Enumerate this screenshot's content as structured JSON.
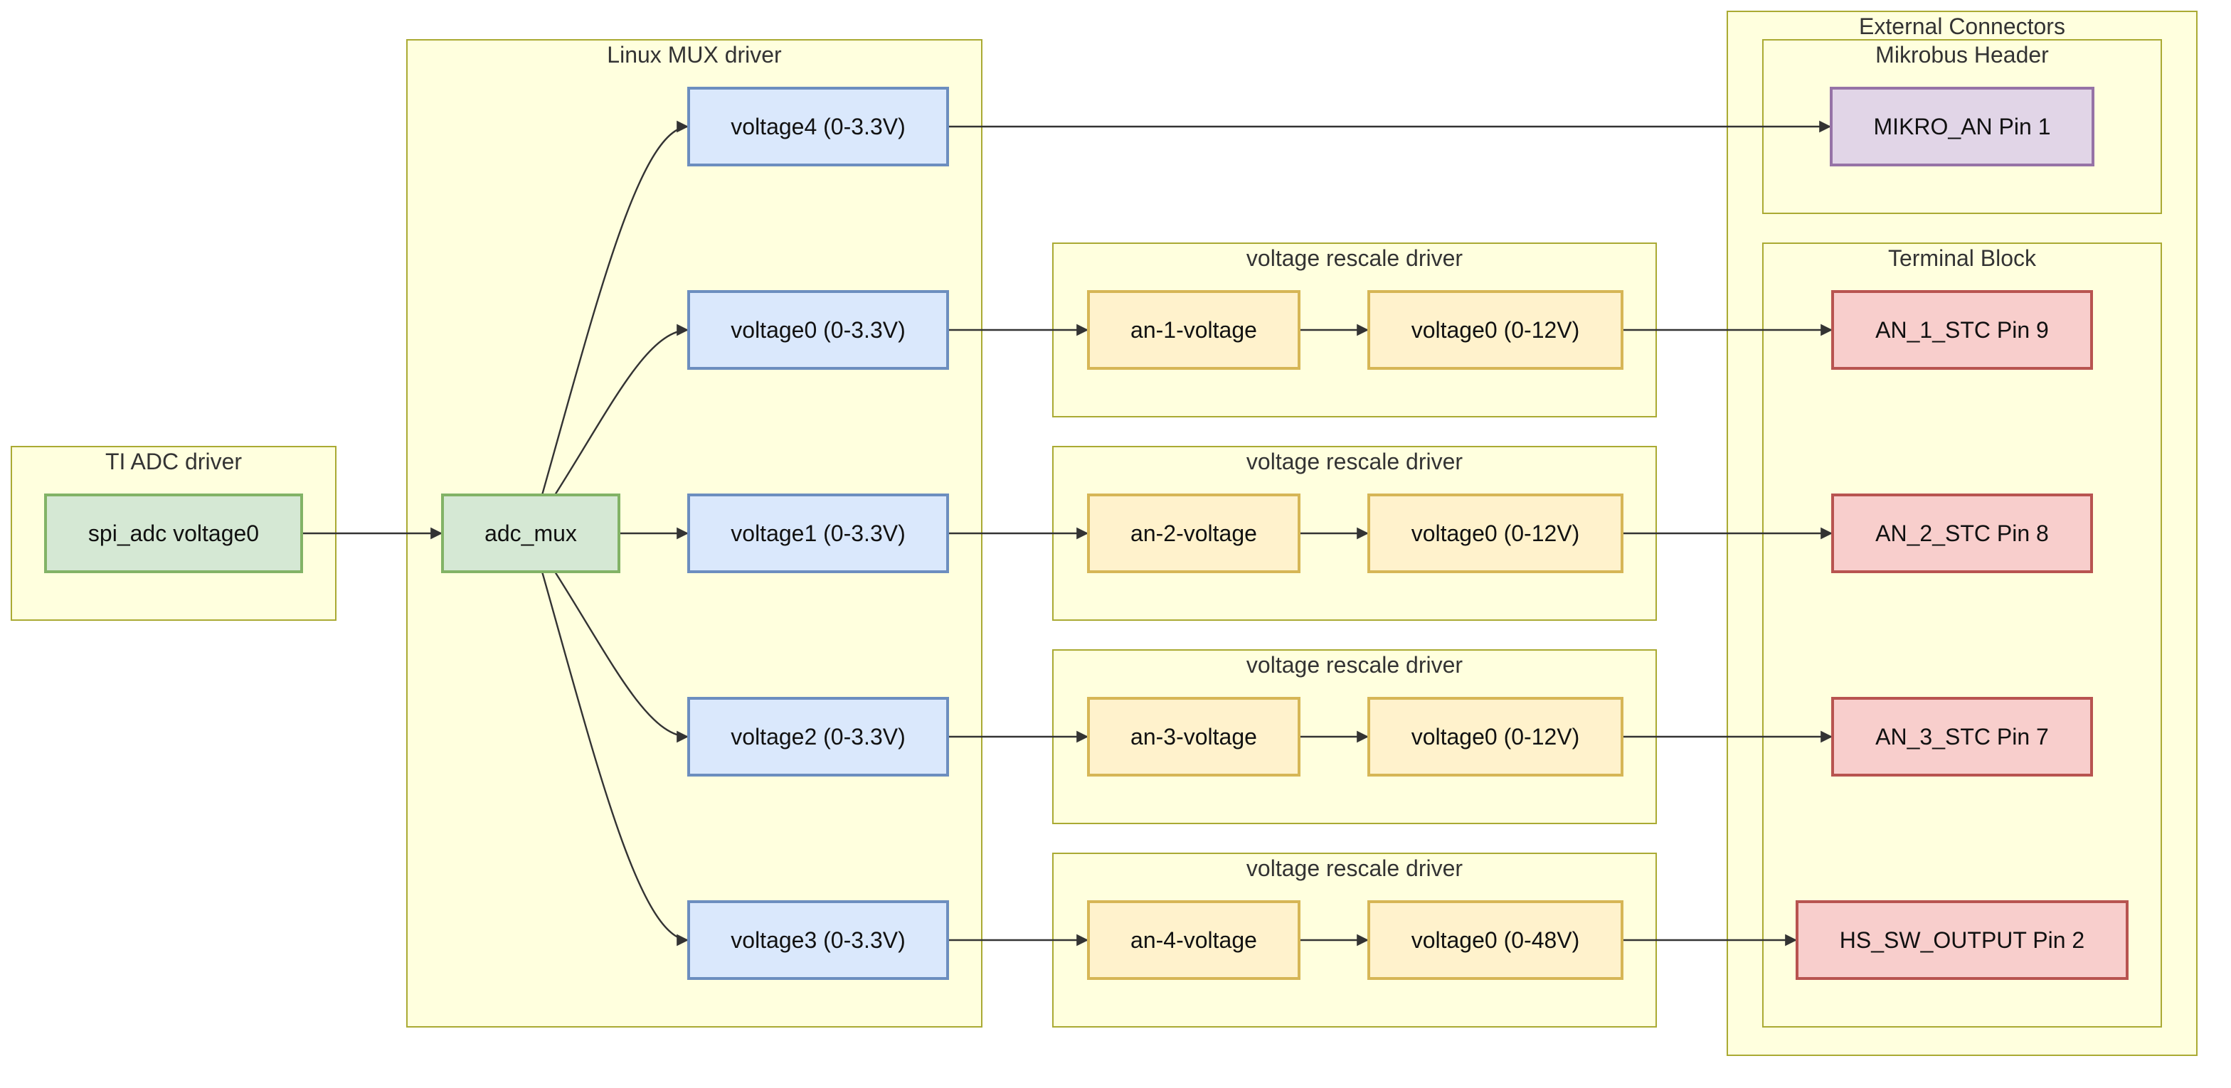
{
  "clusters": {
    "ti_adc": {
      "label": "TI ADC driver"
    },
    "linux_mux": {
      "label": "Linux MUX driver"
    },
    "rescale1": {
      "label": "voltage rescale driver"
    },
    "rescale2": {
      "label": "voltage rescale driver"
    },
    "rescale3": {
      "label": "voltage rescale driver"
    },
    "rescale4": {
      "label": "voltage rescale driver"
    },
    "external": {
      "label": "External Connectors"
    },
    "mikrobus": {
      "label": "Mikrobus Header"
    },
    "terminal": {
      "label": "Terminal Block"
    }
  },
  "nodes": {
    "spi_adc": {
      "label": "spi_adc voltage0"
    },
    "adc_mux": {
      "label": "adc_mux"
    },
    "mux_v4": {
      "label": "voltage4 (0-3.3V)"
    },
    "mux_v0": {
      "label": "voltage0 (0-3.3V)"
    },
    "mux_v1": {
      "label": "voltage1 (0-3.3V)"
    },
    "mux_v2": {
      "label": "voltage2 (0-3.3V)"
    },
    "mux_v3": {
      "label": "voltage3 (0-3.3V)"
    },
    "an1": {
      "label": "an-1-voltage"
    },
    "an2": {
      "label": "an-2-voltage"
    },
    "an3": {
      "label": "an-3-voltage"
    },
    "an4": {
      "label": "an-4-voltage"
    },
    "out1": {
      "label": "voltage0 (0-12V)"
    },
    "out2": {
      "label": "voltage0 (0-12V)"
    },
    "out3": {
      "label": "voltage0 (0-12V)"
    },
    "out4": {
      "label": "voltage0 (0-48V)"
    },
    "mikro_an": {
      "label": "MIKRO_AN Pin 1"
    },
    "an1_stc": {
      "label": "AN_1_STC Pin 9"
    },
    "an2_stc": {
      "label": "AN_2_STC Pin 8"
    },
    "an3_stc": {
      "label": "AN_3_STC Pin 7"
    },
    "hs_sw": {
      "label": "HS_SW_OUTPUT Pin 2"
    }
  },
  "colors": {
    "cluster_fill": "#ffffde",
    "cluster_stroke": "#aaaa33",
    "green_fill": "#d5e8d4",
    "green_stroke": "#82b366",
    "blue_fill": "#dae8fc",
    "blue_stroke": "#6c8ebf",
    "yellow_fill": "#fff2cc",
    "yellow_stroke": "#d6b656",
    "purple_fill": "#e1d5e7",
    "purple_stroke": "#9673a6",
    "red_fill": "#f8cecc",
    "red_stroke": "#b85450",
    "edge": "#333333"
  },
  "edges": [
    [
      "spi_adc",
      "adc_mux"
    ],
    [
      "adc_mux",
      "mux_v4"
    ],
    [
      "adc_mux",
      "mux_v0"
    ],
    [
      "adc_mux",
      "mux_v1"
    ],
    [
      "adc_mux",
      "mux_v2"
    ],
    [
      "adc_mux",
      "mux_v3"
    ],
    [
      "mux_v4",
      "mikro_an"
    ],
    [
      "mux_v0",
      "an1"
    ],
    [
      "an1",
      "out1"
    ],
    [
      "out1",
      "an1_stc"
    ],
    [
      "mux_v1",
      "an2"
    ],
    [
      "an2",
      "out2"
    ],
    [
      "out2",
      "an2_stc"
    ],
    [
      "mux_v2",
      "an3"
    ],
    [
      "an3",
      "out3"
    ],
    [
      "out3",
      "an3_stc"
    ],
    [
      "mux_v3",
      "an4"
    ],
    [
      "an4",
      "out4"
    ],
    [
      "out4",
      "hs_sw"
    ]
  ]
}
